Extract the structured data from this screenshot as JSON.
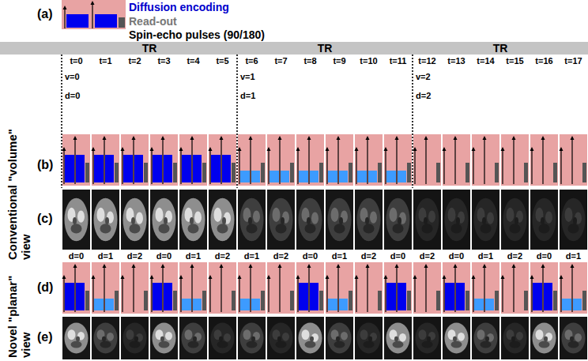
{
  "diagram": {
    "nodes": [
      {
        "text": [
          "TR",
          "TR",
          "TR"
        ]
      }
    ],
    "labels": [
      "(a)",
      "(b)",
      "(c)",
      "(d)",
      "(e)",
      "t=0",
      "t=1",
      "t=2",
      "t=3",
      "t=4",
      "t=5",
      "t=6",
      "t=7",
      "t=8",
      "t=9",
      "t=10",
      "t=11",
      "t=12",
      "t=13",
      "t=14",
      "t=15",
      "t=16",
      "t=17",
      "v=0",
      "d=0",
      "v=1",
      "d=1",
      "v=2",
      "d=2",
      "d=0",
      "d=1",
      "d=2",
      "d=0",
      "d=1",
      "d=2",
      "d=1",
      "d=2",
      "d=0",
      "d=1",
      "d=2",
      "d=0",
      "d=2",
      "d=0",
      "d=1",
      "d=2",
      "d=0",
      "d=1",
      "Conventional \"volume\" view",
      "Novel \"planar\" view"
    ],
    "legend": [
      {
        "text": "Diffusion encoding"
      },
      {
        "text": "Read-out"
      },
      {
        "text": "Spin-echo pulses (90/180)"
      }
    ]
  }
}
